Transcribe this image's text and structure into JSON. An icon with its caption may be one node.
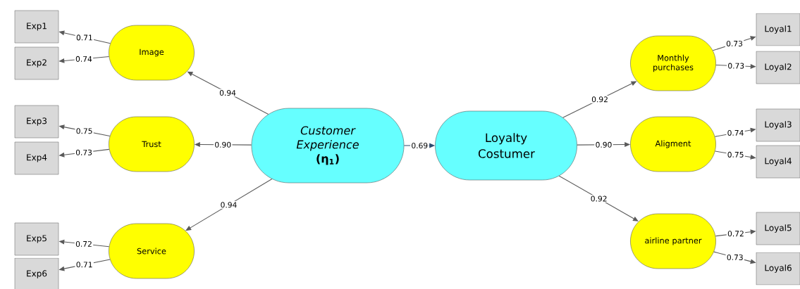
{
  "diagram": {
    "nodes": [
      {
        "text": [
          "Exp1"
        ]
      },
      {
        "text": [
          "Exp2"
        ]
      },
      {
        "text": [
          "Image"
        ]
      },
      {
        "text": [
          "Exp3"
        ]
      },
      {
        "text": [
          "Exp4"
        ]
      },
      {
        "text": [
          "Trust"
        ]
      },
      {
        "text": [
          "Exp5"
        ]
      },
      {
        "text": [
          "Exp6"
        ]
      },
      {
        "text": [
          "Service"
        ]
      },
      {
        "text": [
          "Customer Experience",
          "(η$_{1}$)"
        ]
      },
      {
        "text": [
          "Loyalty Costumer"
        ]
      },
      {
        "text": [
          "Monthly purchases"
        ]
      },
      {
        "text": [
          "Loyal1"
        ]
      },
      {
        "text": [
          "Loyal2"
        ]
      },
      {
        "text": [
          "Aligment"
        ]
      },
      {
        "text": [
          "Loyal3"
        ]
      },
      {
        "text": [
          "Loyal4"
        ]
      },
      {
        "text": [
          "airline partner"
        ]
      },
      {
        "text": [
          "Loyal5"
        ]
      },
      {
        "text": [
          "Loyal6"
        ]
      }
    ],
    "edges": [
      {
        "from": 2,
        "to": 0,
        "arrow": "to",
        "label": "0.71"
      },
      {
        "from": 2,
        "to": 1,
        "arrow": "to",
        "label": "0.74"
      },
      {
        "from": 5,
        "to": 3,
        "arrow": "to",
        "label": "0.75"
      },
      {
        "from": 5,
        "to": 4,
        "arrow": "to",
        "label": "0.73"
      },
      {
        "from": 8,
        "to": 6,
        "arrow": "to",
        "label": "0.72"
      },
      {
        "from": 8,
        "to": 7,
        "arrow": "to",
        "label": "0.71"
      },
      {
        "from": 9,
        "to": 2,
        "arrow": "to",
        "label": "0.94"
      },
      {
        "from": 9,
        "to": 5,
        "arrow": "to",
        "label": "0.90"
      },
      {
        "from": 9,
        "to": 8,
        "arrow": "to",
        "label": "0.94"
      },
      {
        "from": 9,
        "to": 10,
        "arrow": "to",
        "label": "0.69",
        "color": "#2f4b6e"
      },
      {
        "from": 10,
        "to": 11,
        "arrow": "to",
        "label": "0.92"
      },
      {
        "from": 10,
        "to": 14,
        "arrow": "to",
        "label": "0.90"
      },
      {
        "from": 10,
        "to": 17,
        "arrow": "to",
        "label": "0.92"
      },
      {
        "from": 11,
        "to": 12,
        "arrow": "to",
        "label": "0.73"
      },
      {
        "from": 11,
        "to": 13,
        "arrow": "to",
        "label": "0.73"
      },
      {
        "from": 14,
        "to": 15,
        "arrow": "to",
        "label": "0.74"
      },
      {
        "from": 14,
        "to": 16,
        "arrow": "to",
        "label": "0.75"
      },
      {
        "from": 17,
        "to": 18,
        "arrow": "to",
        "label": "0.72"
      },
      {
        "from": 17,
        "to": 19,
        "arrow": "to",
        "label": "0.73"
      }
    ]
  }
}
